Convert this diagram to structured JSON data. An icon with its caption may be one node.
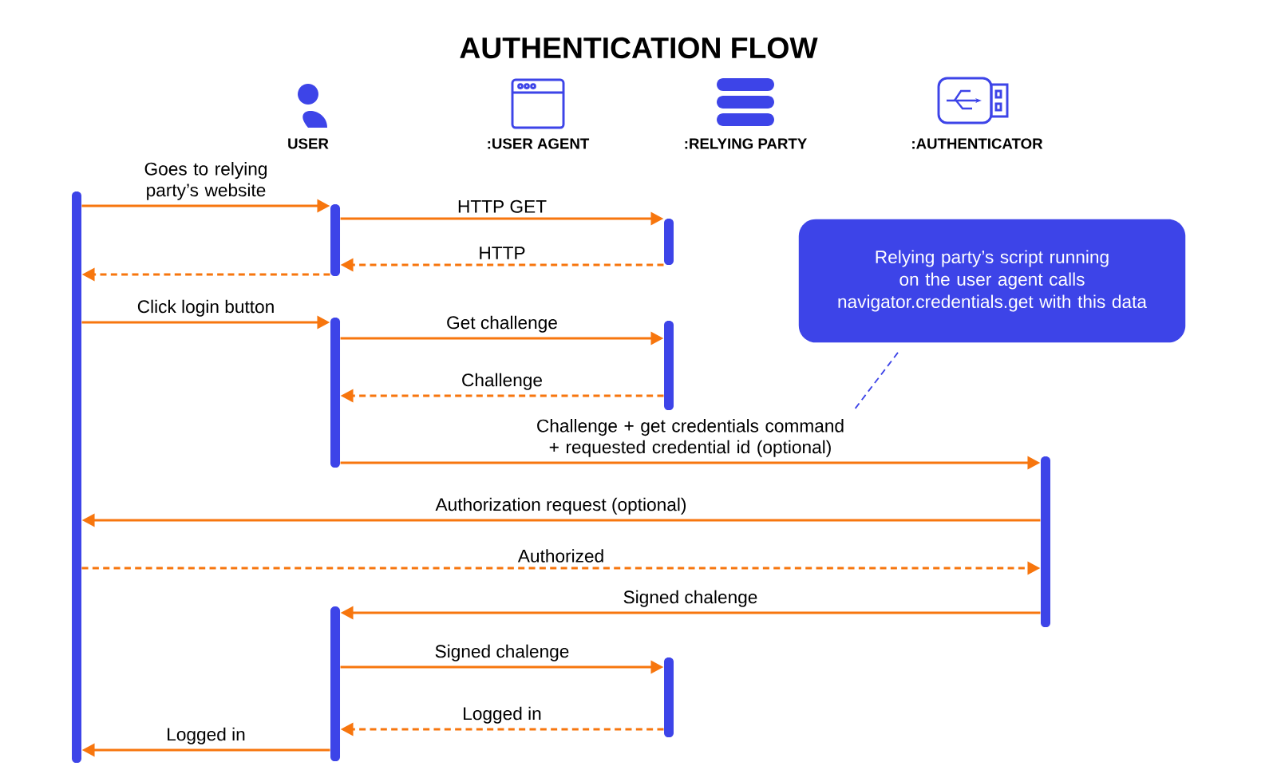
{
  "diagram": {
    "title": "AUTHENTICATION FLOW",
    "nodes": [
      {
        "text": [
          "USER"
        ]
      },
      {
        "text": [
          ":USER AGENT"
        ]
      },
      {
        "text": [
          ":RELYING PARTY"
        ]
      },
      {
        "text": [
          ":AUTHENTICATOR"
        ]
      },
      {
        "text": [
          "Relying party’s script running on the user agent calls navigator.credentials.get with this data"
        ]
      },
      {
        "text": [],
        "shape": "bar"
      },
      {
        "text": [],
        "shape": "bar"
      },
      {
        "text": [],
        "shape": "bar"
      },
      {
        "text": [],
        "shape": "bar"
      },
      {
        "text": [],
        "shape": "bar"
      },
      {
        "text": [],
        "shape": "bar"
      },
      {
        "text": [],
        "shape": "bar"
      },
      {
        "text": [],
        "shape": "bar"
      }
    ],
    "edges": [
      {
        "from": 5,
        "to": 6,
        "arrow": "to",
        "label": "Goes to relying party’s website"
      },
      {
        "from": 6,
        "to": 7,
        "arrow": "to",
        "label": "HTTP GET"
      },
      {
        "from": 7,
        "to": 6,
        "arrow": "to",
        "label": "HTTP",
        "style": "dashed"
      },
      {
        "from": 6,
        "to": 5,
        "arrow": "to",
        "style": "dashed"
      },
      {
        "from": 5,
        "to": 8,
        "arrow": "to",
        "label": "Click login button"
      },
      {
        "from": 8,
        "to": 9,
        "arrow": "to",
        "label": "Get challenge"
      },
      {
        "from": 9,
        "to": 8,
        "arrow": "to",
        "label": "Challenge",
        "style": "dashed"
      },
      {
        "from": 8,
        "to": 10,
        "arrow": "to",
        "label": "Challenge + get credentials command + requested credential id (optional)"
      },
      {
        "from": 10,
        "to": 5,
        "arrow": "to",
        "label": "Authorization request (optional)"
      },
      {
        "from": 5,
        "to": 10,
        "arrow": "to",
        "label": "Authorized",
        "style": "dashed"
      },
      {
        "from": 10,
        "to": 11,
        "arrow": "to",
        "label": "Signed chalenge"
      },
      {
        "from": 11,
        "to": 12,
        "arrow": "to",
        "label": "Signed chalenge"
      },
      {
        "from": 12,
        "to": 11,
        "arrow": "to",
        "label": "Logged in",
        "style": "dashed"
      },
      {
        "from": 11,
        "to": 5,
        "arrow": "to",
        "label": "Logged in"
      },
      {
        "from": 4,
        "to": null,
        "arrow": "none",
        "style": "dashed",
        "color": "#3d44e8"
      }
    ]
  }
}
